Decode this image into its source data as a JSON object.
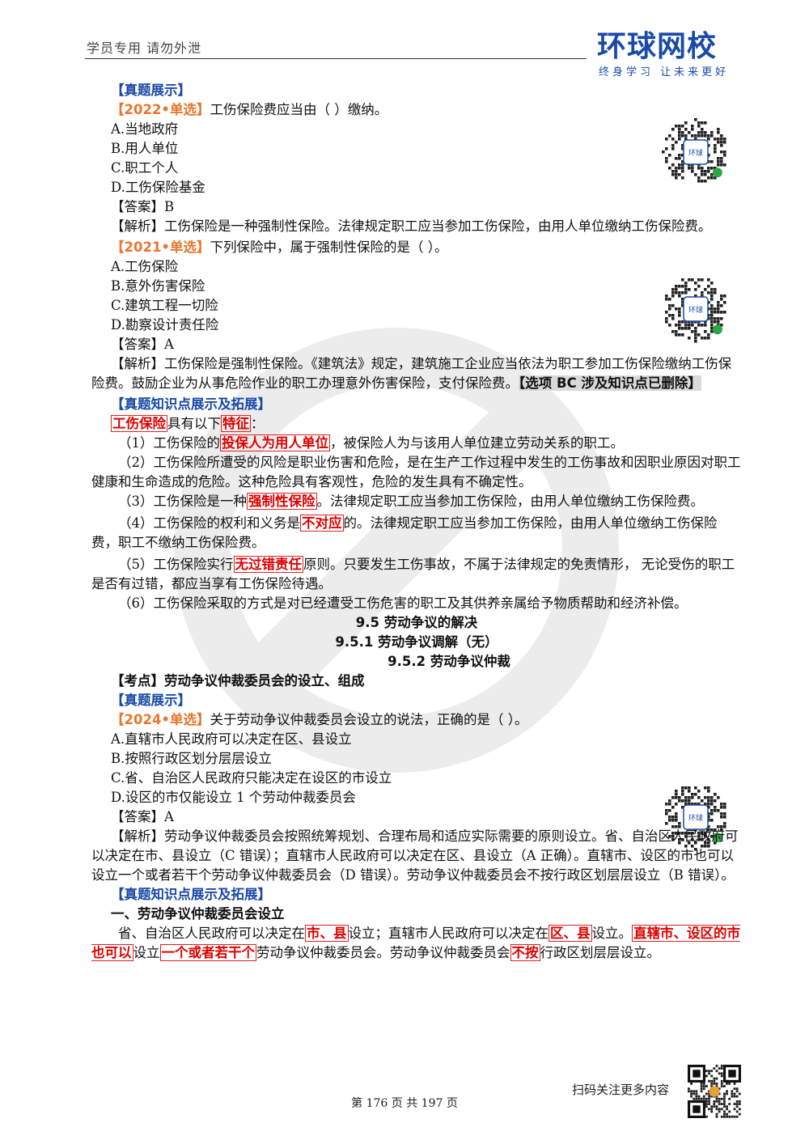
{
  "header": {
    "left": "学员专用 请勿外泄",
    "logo_main": "环球网校",
    "logo_sub": "终身学习 让未来更好"
  },
  "s1": {
    "title": "【真题展示】",
    "q1_tag": "【2022•单选】",
    "q1_text": "工伤保险费应当由（  ）缴纳。",
    "q1_opts": [
      "A.当地政府",
      "B.用人单位",
      "C.职工个人",
      "D.工伤保险基金"
    ],
    "q1_ans": "【答案】B",
    "q1_exp": "【解析】工伤保险是一种强制性保险。法律规定职工应当参加工伤保险，由用人单位缴纳工伤保险费。",
    "q2_tag": "【2021•单选】",
    "q2_text": "下列保险中，属于强制性保险的是（  ）。",
    "q2_opts": [
      "A.工伤保险",
      "B.意外伤害保险",
      "C.建筑工程一切险",
      "D.勘察设计责任险"
    ],
    "q2_ans": "【答案】A",
    "q2_exp": "【解析】工伤保险是强制性保险。《建筑法》规定，建筑施工企业应当依法为职工参加工伤保险缴纳工伤保险费。鼓励企业为从事危险作业的职工办理意外伤害保险，支付保险费。",
    "q2_note": "【选项 BC 涉及知识点已删除】"
  },
  "s2": {
    "title": "【真题知识点展示及拓展】",
    "lead_box": "工伤保险",
    "lead_mid": "具有以下",
    "lead_box2": "特征",
    "lead_end": "：",
    "p1_a": "（1）工伤保险的",
    "p1_box": "投保人为用人单位",
    "p1_b": "，被保险人为与该用人单位建立劳动关系的职工。",
    "p2": "（2）工伤保险所遭受的风险是职业伤害和危险，是在生产工作过程中发生的工伤事故和因职业原因对职工健康和生命造成的危险。这种危险具有客观性，危险的发生具有不确定性。",
    "p3_a": "（3）工伤保险是一种",
    "p3_box": "强制性保险",
    "p3_b": "。法律规定职工应当参加工伤保险，由用人单位缴纳工伤保险费。",
    "p4_a": "（4）工伤保险的权利和义务是",
    "p4_box": "不对应",
    "p4_b": "的。法律规定职工应当参加工伤保险，由用人单位缴纳工伤保险费，职工不缴纳工伤保险费。",
    "p5_a": "（5）工伤保险实行",
    "p5_box": "无过错责任",
    "p5_b": "原则。只要发生工伤事故，不属于法律规定的免责情形， 无论受伤的职工是否有过错，都应当享有工伤保险待遇。",
    "p6": "（6）工伤保险采取的方式是对已经遭受工伤危害的职工及其供养亲属给予物质帮助和经济补偿。"
  },
  "h1": "9.5 劳动争议的解决",
  "h2": "9.5.1 劳动争议调解（无）",
  "h3": "9.5.2 劳动争议仲裁",
  "s3": {
    "point": "【考点】劳动争议仲裁委员会的设立、组成",
    "title": "【真题展示】",
    "q_tag": "【2024•单选】",
    "q_text": "关于劳动争议仲裁委员会设立的说法，正确的是（    ）。",
    "opts": [
      "A.直辖市人民政府可以决定在区、县设立",
      "B.按照行政区划分层层设立",
      "C.省、自治区人民政府只能决定在设区的市设立",
      "D.设区的市仅能设立 1 个劳动仲裁委员会"
    ],
    "ans": "【答案】A",
    "exp": "【解析】劳动争议仲裁委员会按照统筹规划、合理布局和适应实际需要的原则设立。省、自治区人民政府可以决定在市、县设立（C 错误）；直辖市人民政府可以决定在区、县设立（A 正确）。直辖市、设区的市也可以设立一个或者若干个劳动争议仲裁委员会（D 错误）。劳动争议仲裁委员会不按行政区划层层设立（B 错误）。"
  },
  "s4": {
    "title": "【真题知识点展示及拓展】",
    "sub": "一、劳动争议仲裁委员会设立",
    "a": "省、自治区人民政府可以决定在",
    "box1": "市、县",
    "b": "设立；直辖市人民政府可以决定在",
    "box2": "区、县",
    "c": "设立。",
    "box3": "直辖市、设区的市也可以",
    "d": "设立",
    "box4": "一个或者若干个",
    "e": "劳动争议仲裁委员会。劳动争议仲裁委员会",
    "box5": "不按",
    "f": "行政区划层层设立。"
  },
  "footer": {
    "note": "扫码关注更多内容",
    "page": "第 176 页 共 197 页"
  },
  "qr_center_label": "环球网校",
  "colors": {
    "blue": "#1a4aa8",
    "orange": "#e8772e",
    "red": "#d00000"
  }
}
